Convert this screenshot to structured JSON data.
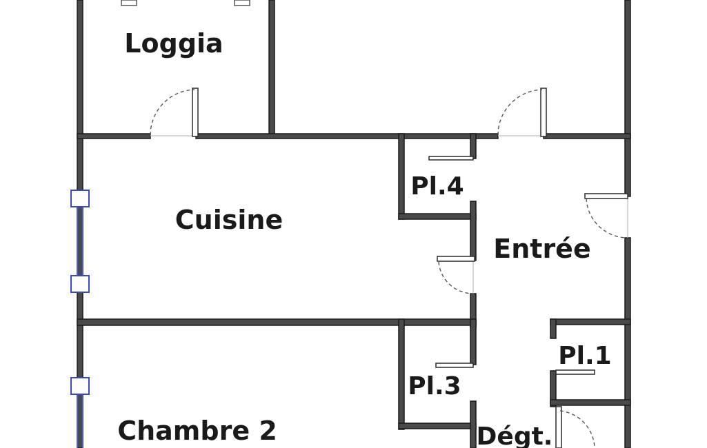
{
  "rooms": {
    "loggia": "Loggia",
    "cuisine": "Cuisine",
    "entree": "Entrée",
    "pl4": "Pl.4",
    "pl3": "Pl.3",
    "pl1": "Pl.1",
    "chambre2": "Chambre 2",
    "degt": "Dégt."
  },
  "colors": {
    "wall": "#4a4a4a",
    "window": "#4a58d8",
    "background": "#ffffff"
  }
}
